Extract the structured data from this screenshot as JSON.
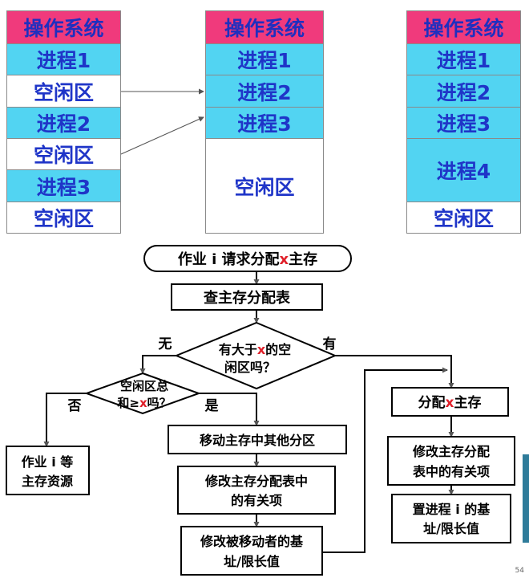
{
  "memory": {
    "colors": {
      "os": "#f03a7c",
      "process": "#52d4f2",
      "free": "#ffffff"
    },
    "left": [
      "操作系统",
      "进程1",
      "空闲区",
      "进程2",
      "空闲区",
      "进程3",
      "空闲区"
    ],
    "middle": [
      "操作系统",
      "进程1",
      "进程2",
      "进程3",
      "空闲区"
    ],
    "right": [
      "操作系统",
      "进程1",
      "进程2",
      "进程3",
      "进程4",
      "空闲区"
    ]
  },
  "flowchart": {
    "start": {
      "pre": "作业 i 请求分配",
      "var": "x",
      "post": "主存"
    },
    "lookup": "查主存分配表",
    "decision1": {
      "line1_pre": "有大于",
      "var": "x",
      "line1_post": "的空",
      "line2": "闲区吗？"
    },
    "no_label": "无",
    "yes_label": "有",
    "decision2": {
      "line1": "空闲区总",
      "line2_pre": "和≥",
      "var": "x",
      "line2_post": "吗？"
    },
    "no2_label": "否",
    "yes2_label": "是",
    "wait": {
      "line1": "作业 i 等",
      "line2": "主存资源"
    },
    "move": "移动主存中其他分区",
    "update_table": {
      "line1": "修改主存分配表中",
      "line2": "的有关项"
    },
    "update_moved": {
      "line1": "修改被移动者的基",
      "line2": "址/限长值"
    },
    "allocate": {
      "pre": "分配",
      "var": "x",
      "post": "主存"
    },
    "modify": {
      "line1": "修改主存分配",
      "line2": "表中的有关项"
    },
    "set_base": {
      "line1": "置进程 i 的基",
      "line2": "址/限长值"
    },
    "accent_color": "#e0202a"
  },
  "page_number": "54"
}
